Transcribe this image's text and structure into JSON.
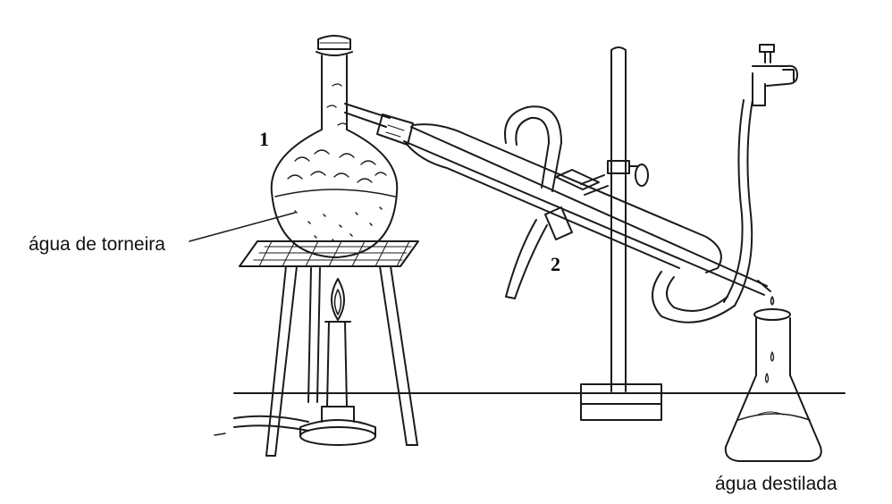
{
  "labels": {
    "number_1": "1",
    "number_2": "2",
    "tap_water": "água de torneira",
    "distilled_water": "água destilada"
  },
  "colors": {
    "ink": "#1a1a1a",
    "background": "#ffffff"
  }
}
